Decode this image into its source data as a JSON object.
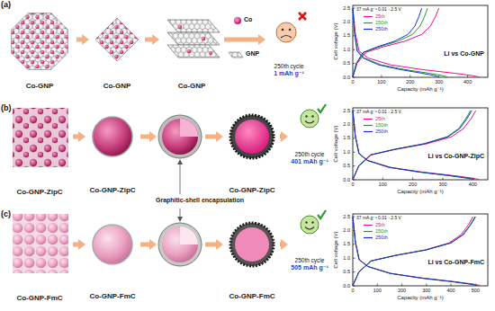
{
  "diagram": {
    "nodes": [
      {
        "text": [
          "Co-GNP"
        ]
      },
      {
        "text": [
          "Co-GNP"
        ]
      },
      {
        "text": [
          "Co-GNP"
        ]
      },
      {
        "text": [
          "250th cycle",
          "1 mAh g⁻¹"
        ]
      },
      {
        "text": [
          "Co-GNP-ZipC"
        ]
      },
      {
        "text": [
          "Co-GNP-ZipC"
        ]
      },
      {
        "text": [
          "Co-GNP-ZipC"
        ]
      },
      {
        "text": [
          "250th cycle",
          "401 mAh g⁻¹"
        ]
      },
      {
        "text": [
          "Co-GNP-FmC"
        ]
      },
      {
        "text": [
          "Co-GNP-FmC"
        ]
      },
      {
        "text": [
          "Co-GNP-FmC"
        ]
      },
      {
        "text": [
          "250th cycle",
          "505 mAh g⁻¹"
        ]
      }
    ],
    "edges": [
      {
        "from": 0,
        "to": 1,
        "arrow": "to"
      },
      {
        "from": 1,
        "to": 2,
        "arrow": "to"
      },
      {
        "from": 2,
        "to": 3,
        "arrow": "to"
      },
      {
        "from": 4,
        "to": 5,
        "arrow": "to"
      },
      {
        "from": 6,
        "to": 7,
        "arrow": "to"
      },
      {
        "from": 8,
        "to": 9,
        "arrow": "to"
      },
      {
        "from": 10,
        "to": 11,
        "arrow": "to"
      }
    ],
    "labels": [
      "(a)",
      "Co",
      "GNP",
      "37 mA g⁻¹ 0.01 - 2.5 V",
      "Li vs Co-GNP",
      "Cell voltage (V)",
      "Capacity (mAh g⁻¹)",
      "0.0",
      "0.5",
      "1.0",
      "1.5",
      "2.0",
      "2.5",
      "0",
      "100",
      "200",
      "300",
      "400",
      "(b)",
      "Graphitic-shell encapsulation",
      "37 mA g⁻¹ 0.01 - 2.5 V",
      "Li vs Co-GNP-ZipC",
      "Cell voltage (V)",
      "Capacity (mAh g⁻¹)",
      "0.0",
      "0.5",
      "1.0",
      "1.5",
      "2.0",
      "2.5",
      "0",
      "100",
      "200",
      "300",
      "400",
      "(c)",
      "37 mA g⁻¹ 0.01 - 2.5 V",
      "Li vs Co-GNP-FmC",
      "Cell voltage (V)",
      "Capacity (mAh g⁻¹)",
      "0.0",
      "0.5",
      "1.0",
      "1.5",
      "2.0",
      "2.5",
      "0",
      "100",
      "200",
      "300",
      "400",
      "500"
    ],
    "legend": [
      {
        "text": "25th"
      },
      {
        "text": "150th"
      },
      {
        "text": "250th"
      },
      {
        "text": "25th"
      },
      {
        "text": "150th"
      },
      {
        "text": "250th"
      },
      {
        "text": "25th"
      },
      {
        "text": "150th"
      },
      {
        "text": "250th"
      }
    ]
  }
}
